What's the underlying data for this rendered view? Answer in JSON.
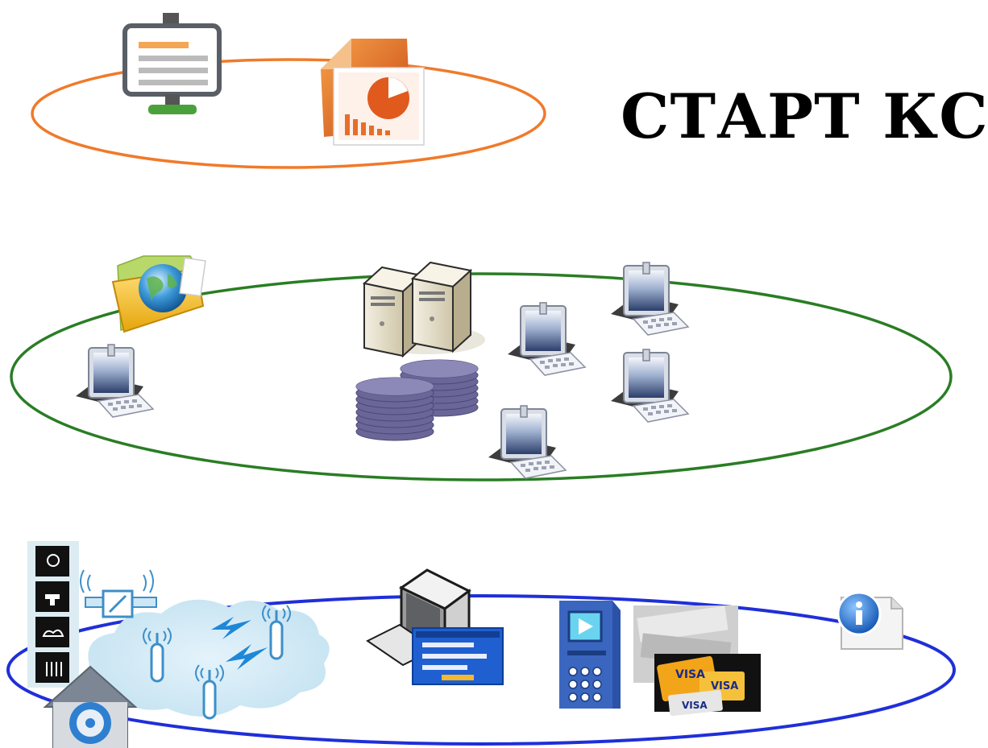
{
  "title": "СТАРТ КС",
  "colors": {
    "top_ring": "#f07a2a",
    "middle_ring": "#2a7d24",
    "bottom_ring": "#1f2fd8",
    "database": "#6a6798",
    "atm_blue": "#2c52a8"
  },
  "cards": {
    "visa_1": "VISA",
    "visa_2": "VISA",
    "visa_3": "VISA"
  },
  "icons": {
    "top": [
      "presentation-board-icon",
      "powerpoint-icon"
    ],
    "middle": [
      "network-folder-icon",
      "server-pair-icon",
      "database-stack-icon",
      "client-computer-icon"
    ],
    "bottom": [
      "smart-home-sensors-icon",
      "wireless-network-icon",
      "web-terminal-icon",
      "atm-icon",
      "bank-cards-icon",
      "info-document-icon"
    ]
  }
}
